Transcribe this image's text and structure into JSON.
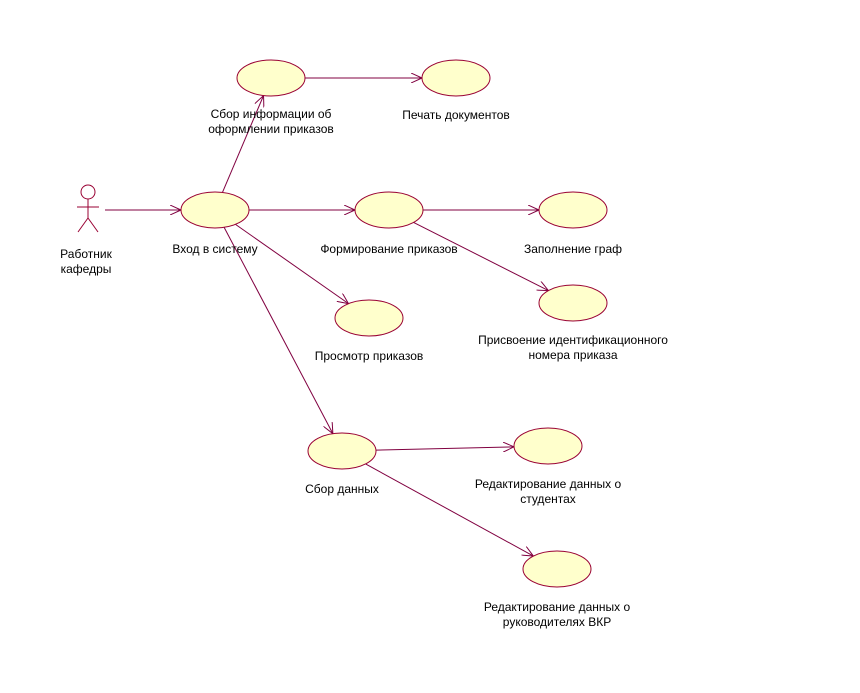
{
  "colors": {
    "usecase_fill": "#FFFFCC",
    "usecase_stroke": "#990033",
    "edge": "#800040",
    "actor_stroke": "#990033",
    "text": "#000000"
  },
  "actor": {
    "id": "actor",
    "label": [
      "Работник",
      "кафедры"
    ]
  },
  "usecases": [
    {
      "id": "sbor_info",
      "label": [
        "Сбор информации об",
        "оформлении приказов"
      ]
    },
    {
      "id": "pechat",
      "label": [
        "Печать документов"
      ]
    },
    {
      "id": "vhod",
      "label": [
        "Вход в систему"
      ]
    },
    {
      "id": "formirovanie",
      "label": [
        "Формирование приказов"
      ]
    },
    {
      "id": "zapolnenie",
      "label": [
        "Заполнение граф"
      ]
    },
    {
      "id": "prisvoenie",
      "label": [
        "Присвоение идентификационного",
        "номера приказа"
      ]
    },
    {
      "id": "prosmotr",
      "label": [
        "Просмотр приказов"
      ]
    },
    {
      "id": "sbor_dannyh",
      "label": [
        "Сбор данных"
      ]
    },
    {
      "id": "red_stud",
      "label": [
        "Редактирование данных о",
        "студентах"
      ]
    },
    {
      "id": "red_ruk",
      "label": [
        "Редактирование данных о",
        "руководителях ВКР"
      ]
    }
  ],
  "edges": [
    {
      "from": "actor",
      "to": "vhod"
    },
    {
      "from": "vhod",
      "to": "sbor_info"
    },
    {
      "from": "sbor_info",
      "to": "pechat"
    },
    {
      "from": "vhod",
      "to": "formirovanie"
    },
    {
      "from": "formirovanie",
      "to": "zapolnenie"
    },
    {
      "from": "formirovanie",
      "to": "prisvoenie"
    },
    {
      "from": "vhod",
      "to": "prosmotr"
    },
    {
      "from": "vhod",
      "to": "sbor_dannyh"
    },
    {
      "from": "sbor_dannyh",
      "to": "red_stud"
    },
    {
      "from": "sbor_dannyh",
      "to": "red_ruk"
    }
  ]
}
